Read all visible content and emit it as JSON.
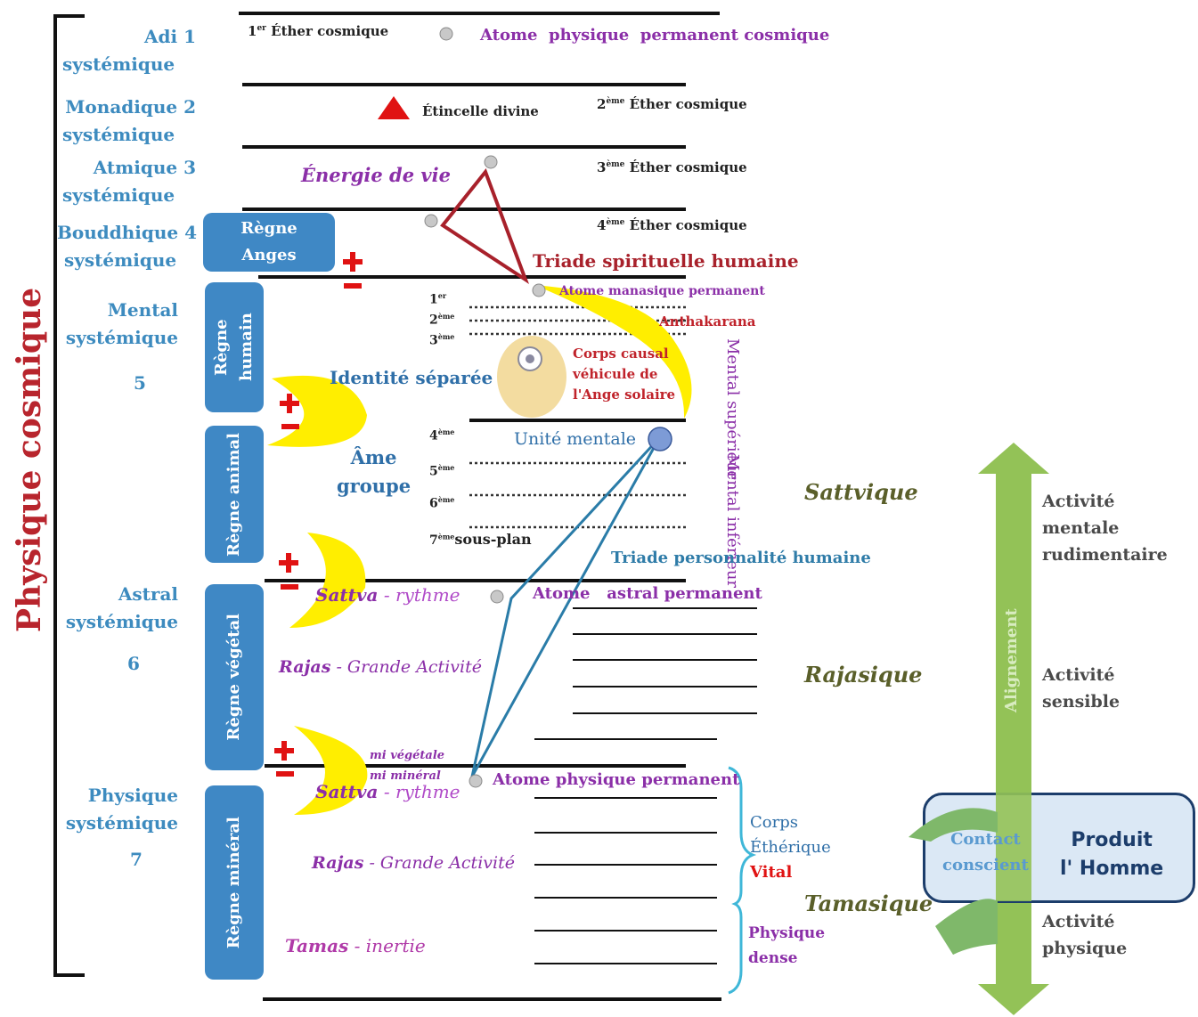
{
  "side_title": "Physique cosmique",
  "levels": [
    {
      "name": "Adi",
      "sub": "systémique",
      "num": "1"
    },
    {
      "name": "Monadique",
      "sub": "systémique",
      "num": "2"
    },
    {
      "name": "Atmique",
      "sub": "systémique",
      "num": "3"
    },
    {
      "name": "Bouddhique",
      "sub": "systémique",
      "num": "4"
    },
    {
      "name": "Mental",
      "sub": "systémique",
      "num": "5"
    },
    {
      "name": "Astral",
      "sub": "systémique",
      "num": "6"
    },
    {
      "name": "Physique",
      "sub": "systémique",
      "num": "7"
    }
  ],
  "ethers": {
    "e1_num": "1",
    "e1_sup": "er",
    "e1_text": "Éther cosmique",
    "e2_num": "2",
    "e2_sup": "ème",
    "e2_text": "Éther cosmique",
    "e3_num": "3",
    "e3_sup": "ème",
    "e3_text": "Éther cosmique",
    "e4_num": "4",
    "e4_sup": "ème",
    "e4_text": "Éther cosmique"
  },
  "labels": {
    "atome_cosmique": "Atome  physique  permanent cosmique",
    "etincelle": "Étincelle divine",
    "energie": "Énergie de vie",
    "triade_spirituelle": "Triade spirituelle humaine",
    "atome_manasique": "Atome manasique permanent",
    "antahkarana": "Anthakarana",
    "identite": "Identité séparée",
    "corps_causal": "Corps causal",
    "vehicule": "véhicule de",
    "ange_solaire": "l'Ange solaire",
    "mental_sup_1": "Mental",
    "mental_sup_2": "supérieur",
    "mental_inf_1": "Mental",
    "mental_inf_2": "inférieur",
    "unite_mentale": "Unité mentale",
    "ame": "Âme",
    "groupe": "groupe",
    "sous_plan": "sous-plan",
    "triade_perso": "Triade personnalité humaine",
    "atome_astral": "Atome   astral permanent",
    "atome_physique": "Atome physique permanent",
    "mi_vegetale": "mi végétale",
    "mi_mineral": "mi minéral",
    "corps": "Corps",
    "etherique": "Éthérique",
    "vital": "Vital",
    "physique": "Physique",
    "dense": "dense"
  },
  "subplanes": [
    {
      "num": "1",
      "sup": "er"
    },
    {
      "num": "2",
      "sup": "ème"
    },
    {
      "num": "3",
      "sup": "ème"
    },
    {
      "num": "4",
      "sup": "ème"
    },
    {
      "num": "5",
      "sup": "ème"
    },
    {
      "num": "6",
      "sup": "ème"
    },
    {
      "num": "7",
      "sup": "ème"
    }
  ],
  "gunas": {
    "sattva1_a": "Sattva",
    "sattva1_b": " - rythme",
    "rajas1_a": "Rajas",
    "rajas1_b": " - Grande Activité",
    "sattva2_a": "Sattva",
    "sattva2_b": " - rythme",
    "rajas2_a": "Rajas",
    "rajas2_b": " - Grande Activité",
    "tamas_a": "Tamas",
    "tamas_b": " - inertie"
  },
  "regnes": {
    "anges": "Règne Anges",
    "humain": "Règne humain",
    "animal": "Règne animal",
    "vegetal": "Règne végétal",
    "mineral": "Règne minéral"
  },
  "qualities": {
    "sattvique": "Sattvique",
    "rajasique": "Rajasique",
    "tamasique": "Tamasique"
  },
  "activities": {
    "mentale_1": "Activité",
    "mentale_2": "mentale",
    "mentale_3": "rudimentaire",
    "sensible_1": "Activité",
    "sensible_2": "sensible",
    "physique_1": "Activité",
    "physique_2": "physique"
  },
  "arrow": {
    "alignement": "Alignement",
    "contact_1": "Contact",
    "contact_2": "conscient",
    "produit_1": "Produit",
    "produit_2": "l' Homme"
  },
  "colors": {
    "blue": "#3f88c5",
    "purple": "#8b2fa8",
    "red": "#c0232b",
    "yellow": "#ffee00",
    "green": "#8fbf4a"
  }
}
